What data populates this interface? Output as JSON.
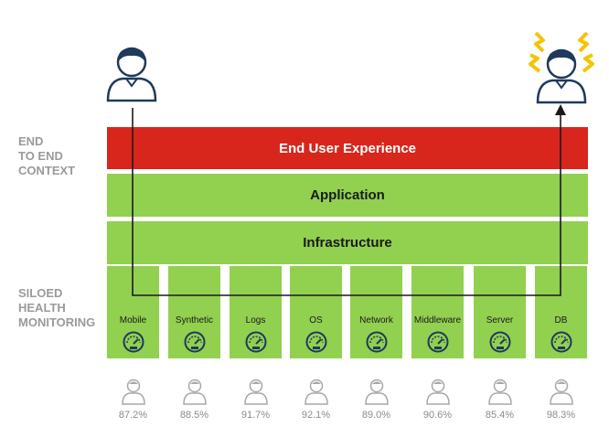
{
  "side_labels": {
    "end_to_end": "END\nTO END\nCONTEXT",
    "siloed": "SILOED\nHEALTH\nMONITORING"
  },
  "layers": {
    "end_user_experience": "End User Experience",
    "application": "Application",
    "infrastructure": "Infrastructure"
  },
  "silos": [
    {
      "label": "Mobile",
      "pct": "87.2%"
    },
    {
      "label": "Synthetic",
      "pct": "88.5%"
    },
    {
      "label": "Logs",
      "pct": "91.7%"
    },
    {
      "label": "OS",
      "pct": "92.1%"
    },
    {
      "label": "Network",
      "pct": "89.0%"
    },
    {
      "label": "Middleware",
      "pct": "90.6%"
    },
    {
      "label": "Server",
      "pct": "85.4%"
    },
    {
      "label": "DB",
      "pct": "98.3%"
    }
  ],
  "icons": {
    "user_left": "user-icon",
    "user_right": "frustrated-user-icon",
    "silo_icon": "gauge-icon",
    "bottom_icon": "user-icon"
  },
  "colors": {
    "red_layer": "#d9261c",
    "green_layer": "#92d050",
    "outline": "#1f3a5a",
    "alert_burst": "#f5c400",
    "muted_text": "#9a9a9a"
  }
}
